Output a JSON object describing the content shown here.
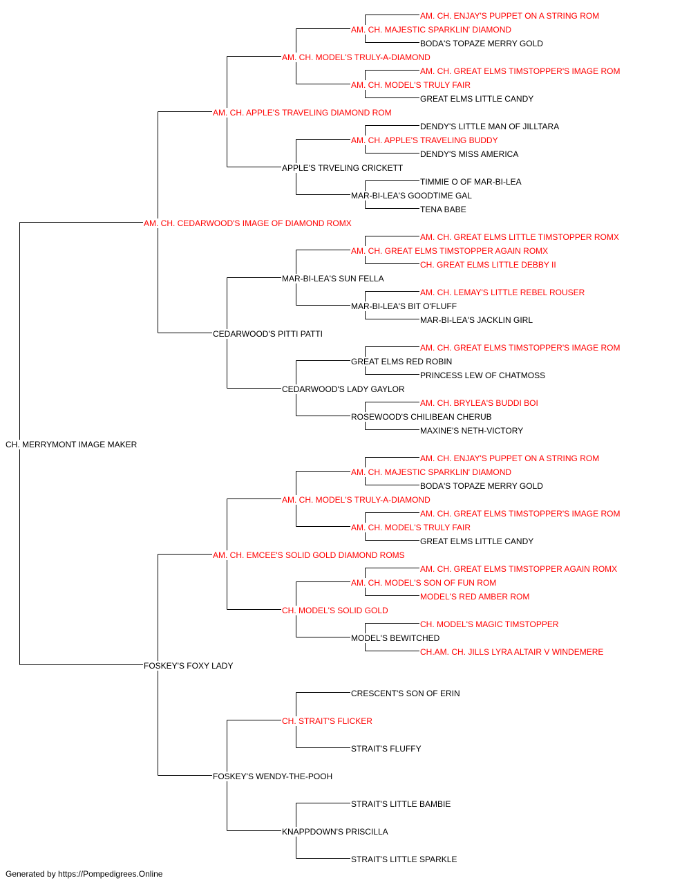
{
  "colors": {
    "champion": "#ff0000",
    "regular": "#000000",
    "line": "#000000"
  },
  "nodes": {
    "root": {
      "name": "CH. MERRYMONT IMAGE MAKER",
      "champion": false
    },
    "s": {
      "name": "AM. CH. CEDARWOOD'S IMAGE OF DIAMOND ROMX",
      "champion": true
    },
    "d": {
      "name": "FOSKEY'S FOXY LADY",
      "champion": false
    },
    "ss": {
      "name": "AM. CH. APPLE'S TRAVELING DIAMOND ROM",
      "champion": true
    },
    "sd": {
      "name": "CEDARWOOD'S PITTI PATTI",
      "champion": false
    },
    "ds": {
      "name": "AM. CH. EMCEE'S SOLID GOLD DIAMOND ROMS",
      "champion": true
    },
    "dd": {
      "name": "FOSKEY'S WENDY-THE-POOH",
      "champion": false
    },
    "sss": {
      "name": "AM. CH. MODEL'S TRULY-A-DIAMOND",
      "champion": true
    },
    "ssd": {
      "name": "APPLE'S TRVELING CRICKETT",
      "champion": false
    },
    "sds": {
      "name": "MAR-BI-LEA'S SUN FELLA",
      "champion": false
    },
    "sdd": {
      "name": "CEDARWOOD'S LADY GAYLOR",
      "champion": false
    },
    "dss": {
      "name": "AM. CH. MODEL'S TRULY-A-DIAMOND",
      "champion": true
    },
    "dsd": {
      "name": "CH. MODEL'S SOLID GOLD",
      "champion": true
    },
    "dds": {
      "name": "CH. STRAIT'S FLICKER",
      "champion": true
    },
    "ddd": {
      "name": "KNAPPDOWN'S PRISCILLA",
      "champion": false
    },
    "ssss": {
      "name": "AM. CH. MAJESTIC SPARKLIN' DIAMOND",
      "champion": true
    },
    "sssd": {
      "name": "AM. CH. MODEL'S TRULY FAIR",
      "champion": true
    },
    "ssds": {
      "name": "AM. CH. APPLE'S TRAVELING BUDDY",
      "champion": true
    },
    "ssdd": {
      "name": "MAR-BI-LEA'S GOODTIME GAL",
      "champion": false
    },
    "sdss": {
      "name": "AM. CH. GREAT ELMS TIMSTOPPER AGAIN ROMX",
      "champion": true
    },
    "sdsd": {
      "name": "MAR-BI-LEA'S BIT O'FLUFF",
      "champion": false
    },
    "sdds": {
      "name": "GREAT ELMS RED ROBIN",
      "champion": false
    },
    "sddd": {
      "name": "ROSEWOOD'S CHILIBEAN CHERUB",
      "champion": false
    },
    "dsss": {
      "name": "AM. CH. MAJESTIC SPARKLIN' DIAMOND",
      "champion": true
    },
    "dssd": {
      "name": "AM. CH. MODEL'S TRULY FAIR",
      "champion": true
    },
    "dsds": {
      "name": "AM. CH. MODEL'S SON OF FUN ROM",
      "champion": true
    },
    "dsdd": {
      "name": "MODEL'S BEWITCHED",
      "champion": false
    },
    "ddss": {
      "name": "CRESCENT'S SON OF ERIN",
      "champion": false
    },
    "ddsd": {
      "name": "STRAIT'S FLUFFY",
      "champion": false
    },
    "ddds": {
      "name": "STRAIT'S LITTLE BAMBIE",
      "champion": false
    },
    "dddd": {
      "name": "STRAIT'S LITTLE SPARKLE",
      "champion": false
    },
    "sssss": {
      "name": "AM. CH. ENJAY'S PUPPET ON A STRING ROM",
      "champion": true
    },
    "ssssd": {
      "name": "BODA'S TOPAZE MERRY GOLD",
      "champion": false
    },
    "sssds": {
      "name": "AM. CH. GREAT ELMS TIMSTOPPER'S IMAGE ROM",
      "champion": true
    },
    "sssdd": {
      "name": "GREAT ELMS LITTLE CANDY",
      "champion": false
    },
    "ssdss": {
      "name": "DENDY'S LITTLE MAN OF JILLTARA",
      "champion": false
    },
    "ssdsd": {
      "name": "DENDY'S MISS AMERICA",
      "champion": false
    },
    "ssdds": {
      "name": "TIMMIE O OF MAR-BI-LEA",
      "champion": false
    },
    "ssddd": {
      "name": "TENA BABE",
      "champion": false
    },
    "sdsss": {
      "name": "AM. CH. GREAT ELMS LITTLE TIMSTOPPER ROMX",
      "champion": true
    },
    "sdssd": {
      "name": "CH. GREAT ELMS LITTLE DEBBY II",
      "champion": true
    },
    "sdsds": {
      "name": "AM. CH. LEMAY'S LITTLE REBEL ROUSER",
      "champion": true
    },
    "sdsdd": {
      "name": "MAR-BI-LEA'S JACKLIN GIRL",
      "champion": false
    },
    "sddss": {
      "name": "AM. CH. GREAT ELMS TIMSTOPPER'S IMAGE ROM",
      "champion": true
    },
    "sddsd": {
      "name": "PRINCESS LEW OF CHATMOSS",
      "champion": false
    },
    "sddds": {
      "name": "AM. CH. BRYLEA'S BUDDI BOI",
      "champion": true
    },
    "sdddd": {
      "name": "MAXINE'S NETH-VICTORY",
      "champion": false
    },
    "dssss": {
      "name": "AM. CH. ENJAY'S PUPPET ON A STRING ROM",
      "champion": true
    },
    "ddssd_placeholder": {
      "name": "",
      "champion": false
    },
    "dsssd": {
      "name": "BODA'S TOPAZE MERRY GOLD",
      "champion": false
    },
    "dssds": {
      "name": "AM. CH. GREAT ELMS TIMSTOPPER'S IMAGE ROM",
      "champion": true
    },
    "dssdd": {
      "name": "GREAT ELMS LITTLE CANDY",
      "champion": false
    },
    "dsdss": {
      "name": "AM. CH. GREAT ELMS TIMSTOPPER AGAIN ROMX",
      "champion": true
    },
    "dsdsd": {
      "name": "MODEL'S RED AMBER ROM",
      "champion": true
    },
    "dsdds": {
      "name": "CH. MODEL'S MAGIC TIMSTOPPER",
      "champion": true
    },
    "dsddd": {
      "name": "CH.AM. CH. JILLS LYRA ALTAIR V WINDEMERE",
      "champion": true
    }
  },
  "footer": "Generated by https://Pompedigrees.Online"
}
